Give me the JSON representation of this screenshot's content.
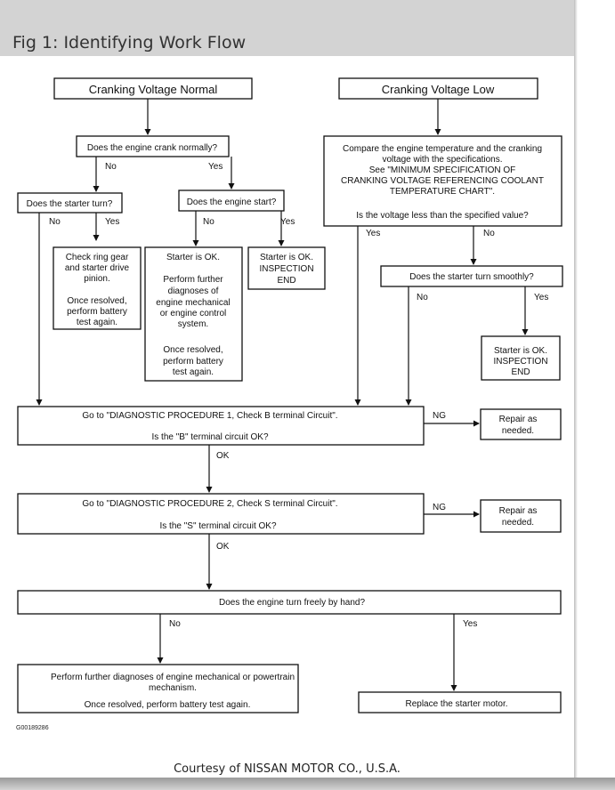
{
  "header": {
    "title": "Fig 1: Identifying Work Flow"
  },
  "boxes": {
    "cranking_normal": "Cranking Voltage Normal",
    "cranking_low": "Cranking Voltage Low",
    "crank_normally": "Does the engine crank normally?",
    "compare_temp": [
      "Compare the engine temperature and the cranking",
      "voltage with the specifications.",
      "See \"MINIMUM SPECIFICATION OF",
      "CRANKING VOLTAGE REFERENCING COOLANT",
      "TEMPERATURE CHART\".",
      "Is the voltage less than the specified value?"
    ],
    "starter_turn": "Does the starter turn?",
    "engine_start": "Does the engine start?",
    "check_ring_gear": [
      "Check ring gear",
      "and starter drive",
      "pinion.",
      "Once resolved,",
      "perform battery",
      "test again."
    ],
    "starter_ok_further": [
      "Starter is OK.",
      "Perform further",
      "diagnoses of",
      "engine mechanical",
      "or engine control",
      "system.",
      "Once resolved,",
      "perform battery",
      "test again."
    ],
    "starter_ok_end_1": [
      "Starter is OK.",
      "INSPECTION",
      "END"
    ],
    "starter_turn_smoothly": "Does the starter turn smoothly?",
    "starter_ok_end_2": [
      "Starter is OK.",
      "INSPECTION",
      "END"
    ],
    "diag1": [
      "Go to \"DIAGNOSTIC PROCEDURE 1, Check B terminal Circuit\".",
      "Is the \"B\" terminal circuit OK?"
    ],
    "repair1": [
      "Repair as",
      "needed."
    ],
    "diag2": [
      "Go to \"DIAGNOSTIC PROCEDURE 2, Check S terminal Circuit\".",
      "Is the \"S\" terminal circuit OK?"
    ],
    "repair2": [
      "Repair as",
      "needed."
    ],
    "turn_freely": "Does the engine turn freely by hand?",
    "perform_further": [
      "Perform further diagnoses of engine mechanical or powertrain",
      "mechanism.",
      "Once resolved, perform battery test again."
    ],
    "replace_starter": "Replace the starter motor."
  },
  "labels": {
    "yes": "Yes",
    "no": "No",
    "ok": "OK",
    "ng": "NG"
  },
  "figure_id": "G00189286",
  "courtesy": "Courtesy of NISSAN MOTOR CO., U.S.A."
}
